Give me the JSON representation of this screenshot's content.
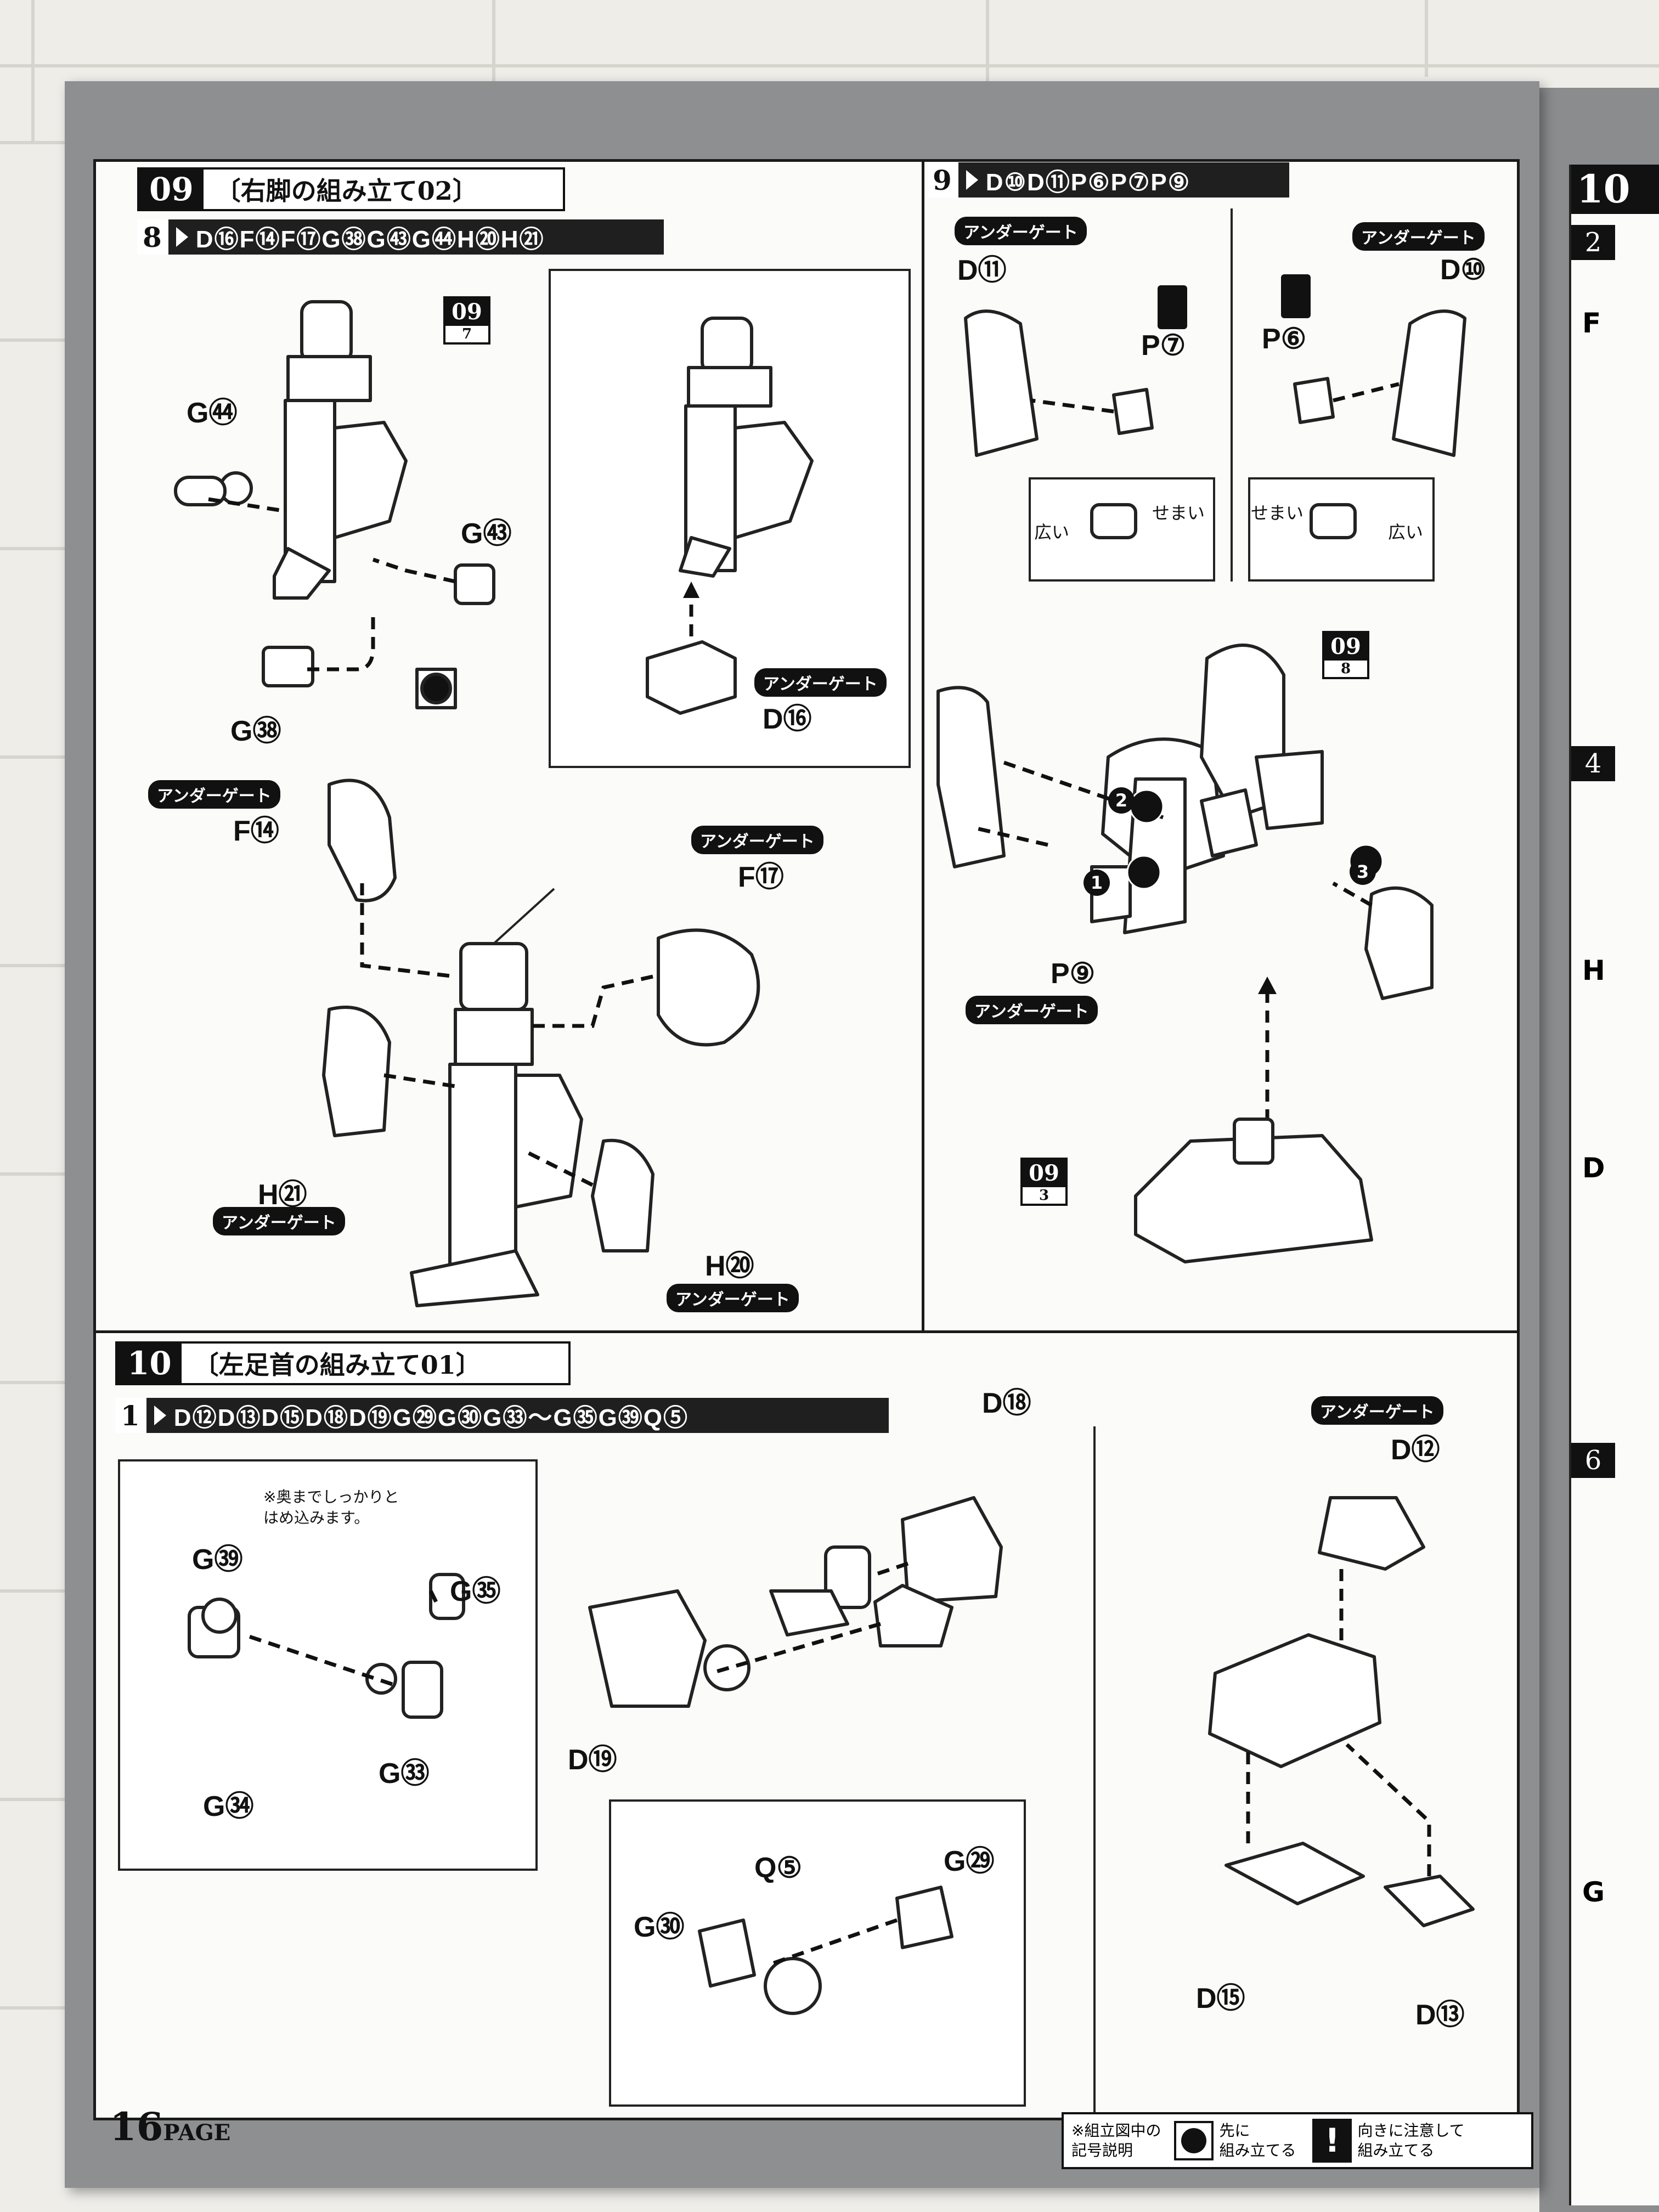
{
  "step09": {
    "number": "09",
    "title": "〔右脚の組み立て02〕",
    "sub8": {
      "number": "8",
      "parts": "D⑯F⑭F⑰G㊳G㊸G㊹H⑳H㉑"
    },
    "sub9": {
      "number": "9",
      "parts": "D⑩D⑪P⑥P⑦P⑨"
    }
  },
  "step10": {
    "number": "10",
    "title": "〔左足首の組み立て01〕",
    "sub1": {
      "number": "1",
      "parts": "D⑫D⑬D⑮D⑱D⑲G㉙G㉚G㉝～G㉟G㊴Q⑤"
    }
  },
  "labels": {
    "g44": "G㊹",
    "g43": "G㊸",
    "g38": "G㊳",
    "d16": "D⑯",
    "f14": "F⑭",
    "f17": "F⑰",
    "h21": "H㉑",
    "h20": "H⑳",
    "d11": "D⑪",
    "d10": "D⑩",
    "p7": "P⑦",
    "p6": "P⑥",
    "p9": "P⑨",
    "d18": "D⑱",
    "d12": "D⑫",
    "g39": "G㊴",
    "g35": "G㉟",
    "g33": "G㉝",
    "g34": "G㉞",
    "d19": "D⑲",
    "q5": "Q⑤",
    "g29": "G㉙",
    "g30": "G㉚",
    "d15": "D⑮",
    "d13": "D⑬"
  },
  "gate_label": "アンダーゲート",
  "badges": {
    "ref_09_7": {
      "top": "09",
      "bottom": "7"
    },
    "ref_09_8": {
      "top": "09",
      "bottom": "8"
    },
    "ref_09_3": {
      "top": "09",
      "bottom": "3"
    }
  },
  "callouts": {
    "wide": "広い",
    "narrow": "せまい",
    "press_note": "※奥までしっかりと\nはめ込みます。",
    "order1": "1",
    "order2": "2",
    "order3": "3"
  },
  "footer": {
    "page": "16",
    "page_suffix": "PAGE",
    "legend_title": "※組立図中の\n記号説明",
    "legend_first": "先に\n組み立てる",
    "legend_caution": "向きに注意して\n組み立てる"
  },
  "side_page": {
    "step": "10",
    "subs": [
      "2",
      "4",
      "6"
    ],
    "cut_labels": [
      "F",
      "H",
      "D",
      "G"
    ]
  }
}
